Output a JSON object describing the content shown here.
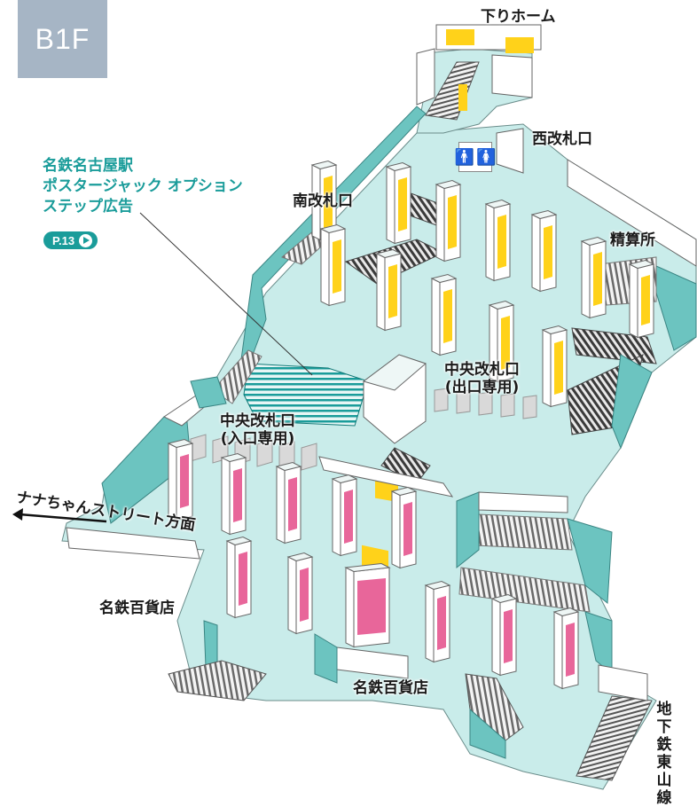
{
  "floor": "B1F",
  "labels": {
    "down_platform": "下りホーム",
    "west_gate": "西改札口",
    "south_gate": "南改札口",
    "fare_adjust": "精算所",
    "central_exit_1": "中央改札口",
    "central_exit_2": "(出口専用)",
    "central_entry_1": "中央改札口",
    "central_entry_2": "(入口専用)",
    "nana_street": "ナナちゃんストリート方面",
    "meitetsu_dept_1": "名鉄百貨店",
    "meitetsu_dept_2": "名鉄百貨店",
    "subway_line": [
      "地",
      "下",
      "鉄",
      "東",
      "山",
      "線"
    ]
  },
  "callout": {
    "lines": [
      "名鉄名古屋駅",
      "ポスタージャック オプション",
      "ステップ広告"
    ],
    "page_ref": "P.13"
  },
  "colors": {
    "floor": "#c9ecea",
    "wall_teal": "#6cc4c0",
    "accent_teal": "#1a9c9a",
    "pillar_yellow": "#ffd21a",
    "pillar_pink": "#e8669a",
    "badge": "#a6b5c5",
    "stairs": "#4a4a4a"
  },
  "icons": [
    "restroom-icon",
    "arrow-left-icon",
    "escalator-icon",
    "stairs-icon",
    "chevron-right-icon"
  ]
}
